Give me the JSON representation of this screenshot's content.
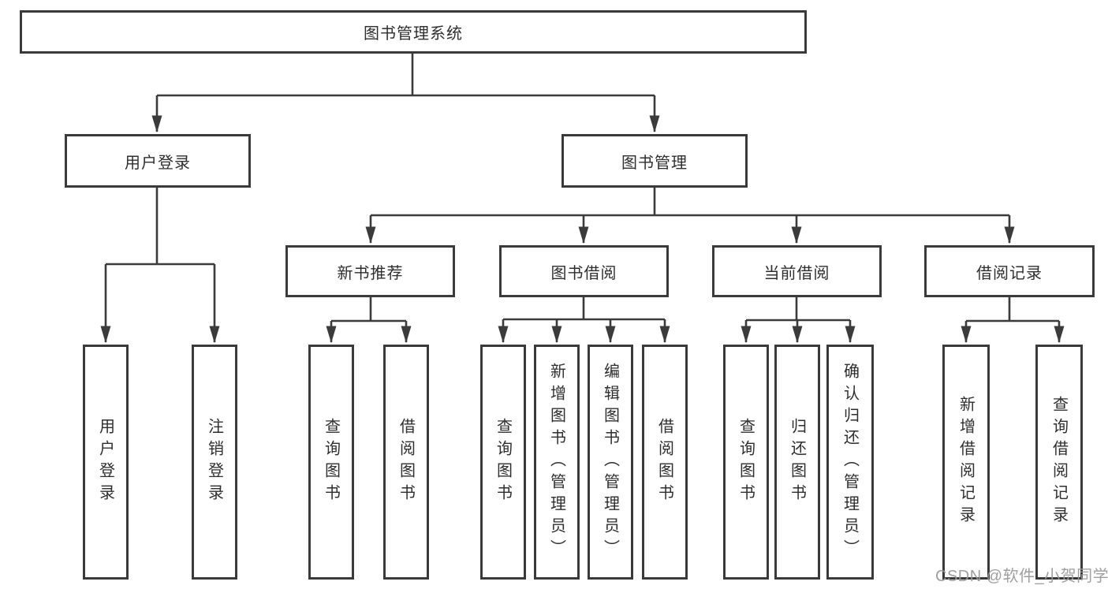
{
  "diagram": {
    "title_node": "图书管理系统",
    "watermark": "CSDN @软件_小贺同学",
    "colors": {
      "line": "#3b3b3b",
      "border": "#3a3a3a",
      "text": "#2e2e2e",
      "watermark": "#9a9a9a",
      "background": "#ffffff"
    },
    "level2": [
      {
        "label": "用户登录"
      },
      {
        "label": "图书管理"
      }
    ],
    "level3": [
      {
        "label": "新书推荐"
      },
      {
        "label": "图书借阅"
      },
      {
        "label": "当前借阅"
      },
      {
        "label": "借阅记录"
      }
    ],
    "leaves": [
      {
        "label": "用户登录",
        "parent": "用户登录"
      },
      {
        "label": "注销登录",
        "parent": "用户登录"
      },
      {
        "label": "查询图书",
        "parent": "新书推荐"
      },
      {
        "label": "借阅图书",
        "parent": "新书推荐"
      },
      {
        "label": "查询图书",
        "parent": "图书借阅"
      },
      {
        "label": "新增图书（管理员）",
        "parent": "图书借阅"
      },
      {
        "label": "编辑图书（管理员）",
        "parent": "图书借阅"
      },
      {
        "label": "借阅图书",
        "parent": "图书借阅"
      },
      {
        "label": "查询图书",
        "parent": "当前借阅"
      },
      {
        "label": "归还图书",
        "parent": "当前借阅"
      },
      {
        "label": "确认归还（管理员）",
        "parent": "当前借阅"
      },
      {
        "label": "新增借阅记录",
        "parent": "借阅记录"
      },
      {
        "label": "查询借阅记录",
        "parent": "借阅记录"
      }
    ]
  }
}
